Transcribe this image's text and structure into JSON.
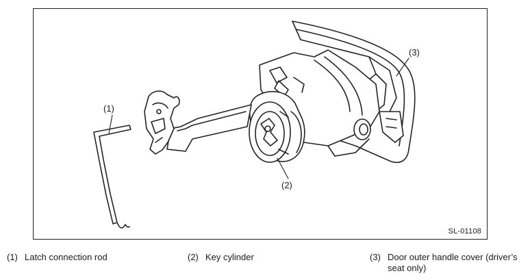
{
  "diagram": {
    "callouts": [
      {
        "id": "1",
        "label": "(1)"
      },
      {
        "id": "2",
        "label": "(2)"
      },
      {
        "id": "3",
        "label": "(3)"
      }
    ],
    "figure_code": "SL-01108"
  },
  "legend": [
    {
      "num": "(1)",
      "text": "Latch connection rod"
    },
    {
      "num": "(2)",
      "text": "Key cylinder"
    },
    {
      "num": "(3)",
      "text": "Door outer handle cover (driver’s seat only)"
    }
  ]
}
